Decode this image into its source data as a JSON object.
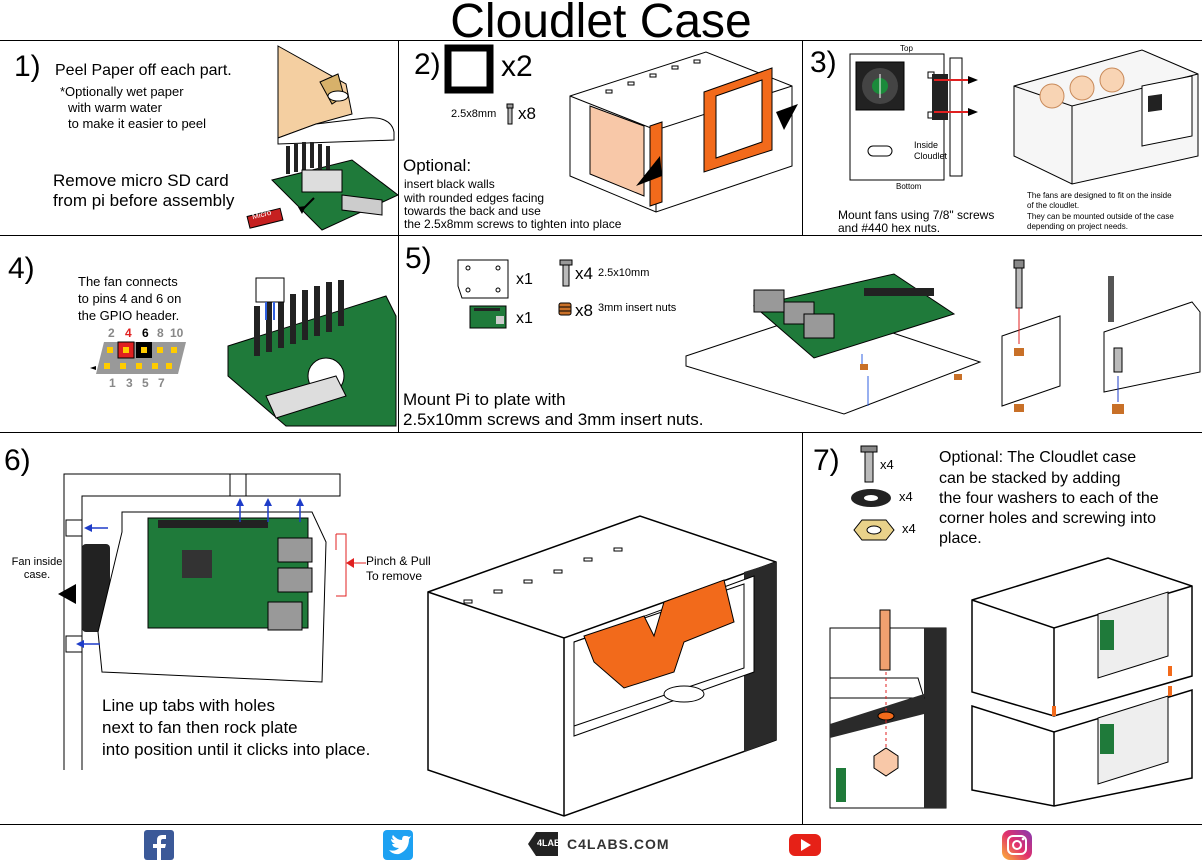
{
  "title": "Cloudlet Case",
  "colors": {
    "orange": "#f26a1b",
    "green": "#1f7a3a",
    "gray": "#9a9a9a",
    "blue": "#1e3cc8",
    "red": "#e02020"
  },
  "step1": {
    "num": "1)",
    "peel": "Peel Paper off each part.",
    "note1": "*Optionally wet paper",
    "note2": "with warm water",
    "note3": "to make it easier to peel",
    "remove1": "Remove micro SD card",
    "remove2": "from pi before assembly",
    "card": "Micro"
  },
  "step2": {
    "num": "2)",
    "qty": "x2",
    "screw": "2.5x8mm",
    "screw_qty": "x8",
    "optional": "Optional:",
    "line1": "insert black walls",
    "line2": "with rounded edges facing",
    "line3": "towards the back and use",
    "line4": "the 2.5x8mm screws to tighten into place"
  },
  "step3": {
    "num": "3)",
    "top": "Top",
    "bottom": "Bottom",
    "inside1": "Inside",
    "inside2": "Cloudlet",
    "mount1": "Mount fans using 7/8\" screws",
    "mount2": "and #440 hex nuts.",
    "fans1": "The fans are designed to fit on the inside",
    "fans2": "of the cloudlet.",
    "fans3": "They can be mounted outside of the case",
    "fans4": "depending on project needs."
  },
  "step4": {
    "num": "4)",
    "line1": "The fan connects",
    "line2": "to pins 4 and 6 on",
    "line3": "the GPIO header.",
    "top_pins": [
      "2",
      "4",
      "6",
      "8",
      "10"
    ],
    "bottom_pins": [
      "1",
      "3",
      "5",
      "7"
    ]
  },
  "step5": {
    "num": "5)",
    "x1a": "x1",
    "x1b": "x1",
    "x4": "x4",
    "screw": "2.5x10mm",
    "x8": "x8",
    "nuts": "3mm insert nuts",
    "mount1": "Mount Pi to plate with",
    "mount2": "2.5x10mm screws and 3mm insert nuts."
  },
  "step6": {
    "num": "6)",
    "fan1": "Fan inside",
    "fan2": "case.",
    "pinch1": "Pinch & Pull",
    "pinch2": "To remove",
    "line1": "Line up tabs with holes",
    "line2": "next to fan then rock plate",
    "line3": "into position until it clicks into place."
  },
  "step7": {
    "num": "7)",
    "x4a": "x4",
    "x4b": "x4",
    "x4c": "x4",
    "line1": "Optional: The Cloudlet case",
    "line2": "can be stacked by adding",
    "line3": "the four washers to each of the",
    "line4": "corner holes and screwing into",
    "line5": "place."
  },
  "footer": {
    "website": "C4LABS.COM",
    "logo": "4LABS",
    "icons": [
      "facebook-icon",
      "twitter-icon",
      "c4labs-logo",
      "youtube-icon",
      "instagram-icon"
    ]
  }
}
